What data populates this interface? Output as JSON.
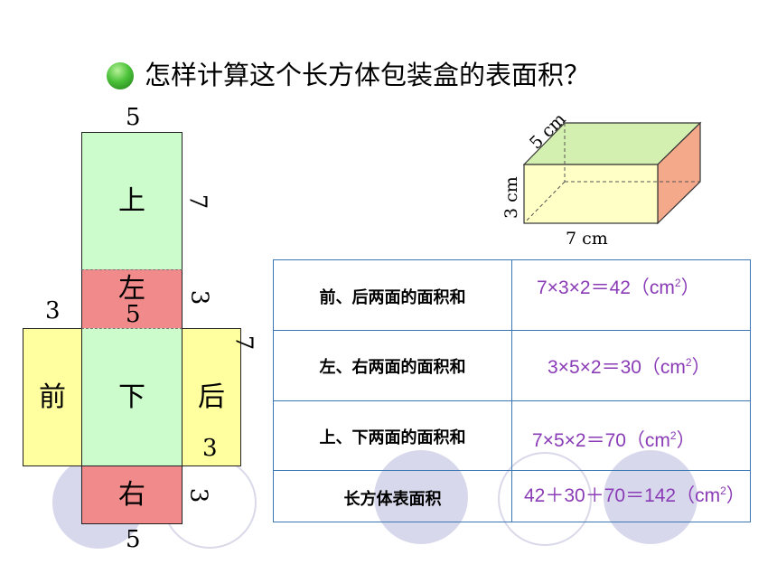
{
  "title": "怎样计算这个长方体包装盒的表面积？",
  "net": {
    "faces": {
      "top": "上",
      "left": "左",
      "front": "前",
      "bottom": "下",
      "back": "后",
      "right": "右"
    },
    "dimensions": {
      "top_width": "5",
      "top_height": "7",
      "left_height": "3",
      "left_width": "5",
      "front_height": "3",
      "back_width": "7",
      "back_height": "3",
      "right_height": "3",
      "right_width": "5"
    }
  },
  "box": {
    "depth_label": "5 cm",
    "height_label": "3 cm",
    "length_label": "7 cm"
  },
  "table": {
    "rows": [
      {
        "label": "前、后两面的面积和",
        "value": "7×3×2＝42（cm",
        "unit_sup": "2",
        "unit_close": "）"
      },
      {
        "label": "左、右两面的面积和",
        "value": "3×5×2＝30（cm",
        "unit_sup": "2",
        "unit_close": "）"
      },
      {
        "label": "上、下两面的面积和",
        "value": "7×5×2＝70（cm",
        "unit_sup": "2",
        "unit_close": "）"
      },
      {
        "label": "长方体表面积",
        "value": "42＋30＋70＝142（cm",
        "unit_sup": "2",
        "unit_close": "）"
      }
    ]
  },
  "colors": {
    "green_face": "#ccfccc",
    "red_face": "#f18b8b",
    "yellow_face": "#ffff9f",
    "formula_text": "#8a3bb6",
    "table_border": "#3b78b3"
  }
}
